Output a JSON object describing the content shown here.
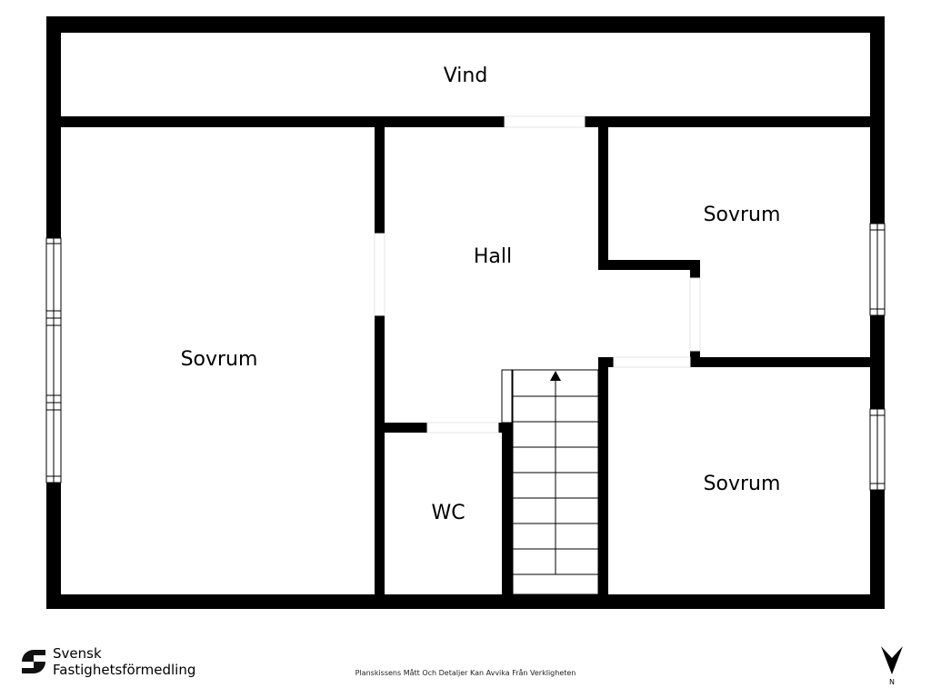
{
  "rooms": {
    "vind": "Vind",
    "hall": "Hall",
    "sovrum_left": "Sovrum",
    "sovrum_upper_right": "Sovrum",
    "sovrum_lower_right": "Sovrum",
    "wc": "WC"
  },
  "footer": {
    "brand_line1": "Svensk",
    "brand_line2": "Fastighetsförmedling",
    "disclaimer": "Planskissens Mått Och Detaljer Kan Avvika Från Verkligheten",
    "compass_letter": "N"
  },
  "colors": {
    "wall": "#000000",
    "background": "#ffffff"
  },
  "icons": {
    "compass": "north-arrow-icon",
    "logo": "sf-logo-icon",
    "stair_arrow": "stair-direction-arrow-icon"
  }
}
